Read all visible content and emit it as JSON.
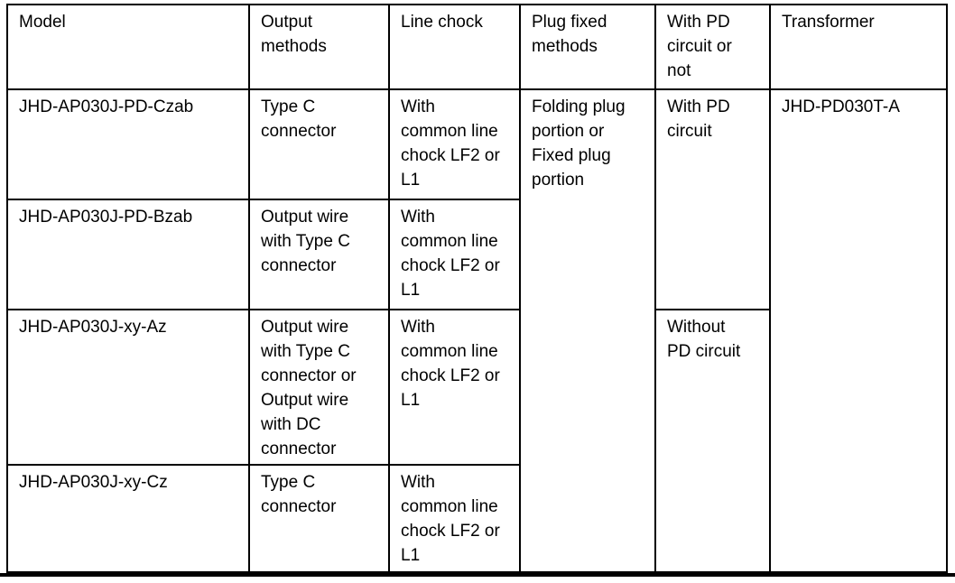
{
  "page": {
    "background_color": "#ffffff",
    "border_color": "#000000",
    "text_color": "#000000"
  },
  "table": {
    "headers": {
      "model": "Model",
      "output_methods": "Output methods",
      "line_chock": "Line chock",
      "plug_fixed_methods": "Plug fixed methods",
      "pd_circuit": "With PD circuit or not",
      "transformer": "Transformer"
    },
    "rows": [
      {
        "model": "JHD-AP030J-PD-Czab",
        "output_methods": "Type C connector",
        "line_chock": "With common line chock LF2 or L1"
      },
      {
        "model": "JHD-AP030J-PD-Bzab",
        "output_methods": "Output wire with Type C connector",
        "line_chock": "With common line chock LF2 or L1"
      },
      {
        "model": "JHD-AP030J-xy-Az",
        "output_methods": "Output wire with Type C connector or Output wire with DC connector",
        "line_chock": "With common line chock LF2 or L1"
      },
      {
        "model": "JHD-AP030J-xy-Cz",
        "output_methods": "Type C connector",
        "line_chock": "With common line chock LF2 or L1"
      }
    ],
    "merged_cells": {
      "plug_fixed_methods": "Folding plug portion or Fixed plug portion",
      "pd_with": "With PD circuit",
      "pd_without": "Without PD circuit",
      "transformer": "JHD-PD030T-A"
    }
  }
}
